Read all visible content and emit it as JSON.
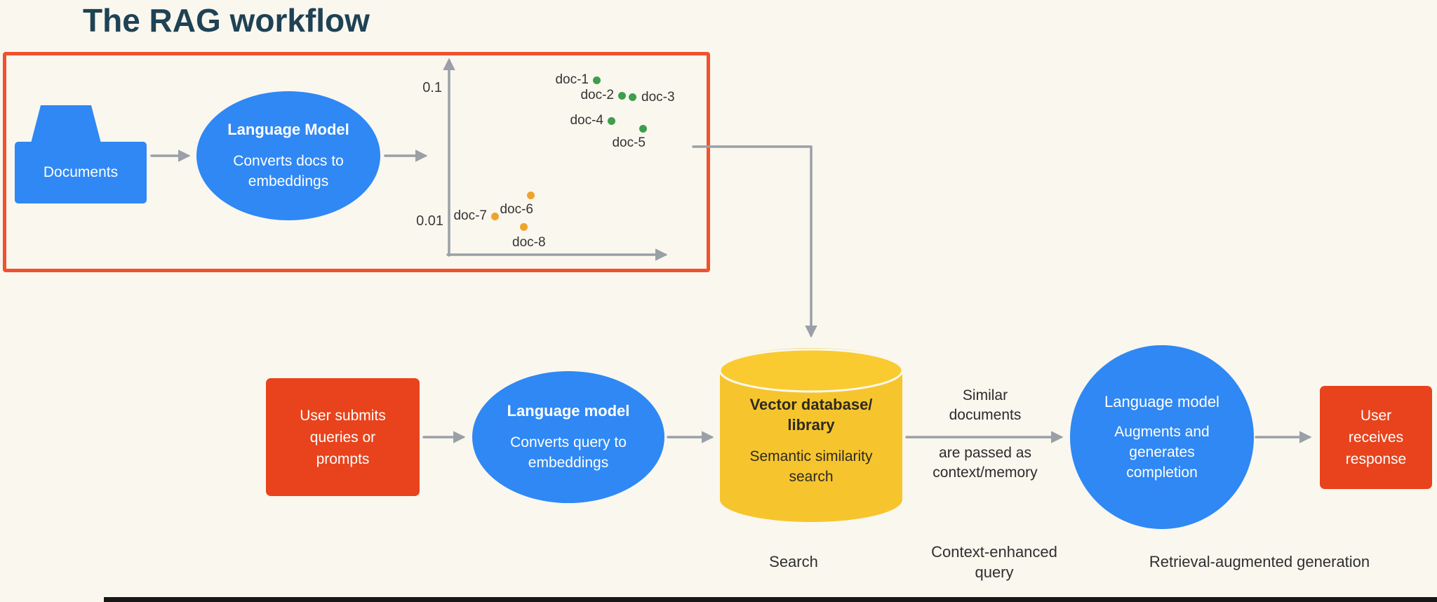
{
  "title": "The RAG workflow",
  "colors": {
    "background": "#faf7ef",
    "blue_node": "#2f88f4",
    "red_node": "#e8431c",
    "outline_box": "#f1512d",
    "yellow_db": "#f6c52e",
    "arrow_gray": "#9aa0a6",
    "green_dot": "#3f9e4d",
    "orange_dot": "#f0a32a",
    "title_text": "#1f4254"
  },
  "ingestion": {
    "folder_label": "Documents",
    "embed_model": {
      "title": "Language Model",
      "subtitle": "Converts docs to embeddings"
    },
    "scatter": {
      "y_tick_top": "0.1",
      "y_tick_bottom": "0.01",
      "points": [
        {
          "label": "doc-1",
          "group": "green",
          "color": "#3f9e4d"
        },
        {
          "label": "doc-2",
          "group": "green",
          "color": "#3f9e4d"
        },
        {
          "label": "doc-3",
          "group": "green",
          "color": "#3f9e4d"
        },
        {
          "label": "doc-4",
          "group": "green",
          "color": "#3f9e4d"
        },
        {
          "label": "doc-5",
          "group": "green",
          "color": "#3f9e4d"
        },
        {
          "label": "doc-6",
          "group": "orange",
          "color": "#f0a32a"
        },
        {
          "label": "doc-7",
          "group": "orange",
          "color": "#f0a32a"
        },
        {
          "label": "doc-8",
          "group": "orange",
          "color": "#f0a32a"
        }
      ]
    }
  },
  "query_flow": {
    "user_query": "User submits queries or prompts",
    "query_model": {
      "title": "Language model",
      "subtitle": "Converts query to embeddings"
    },
    "vector_db": {
      "title": "Vector database/ library",
      "subtitle": "Semantic similarity search"
    },
    "pass_note_top": "Similar documents",
    "pass_note_bottom": "are passed as context/memory",
    "generator": {
      "title": "Language model",
      "subtitle": "Augments and generates completion"
    },
    "response": "User receives response"
  },
  "captions": {
    "search": "Search",
    "context_query": "Context-enhanced query",
    "rag": "Retrieval-augmented generation"
  }
}
